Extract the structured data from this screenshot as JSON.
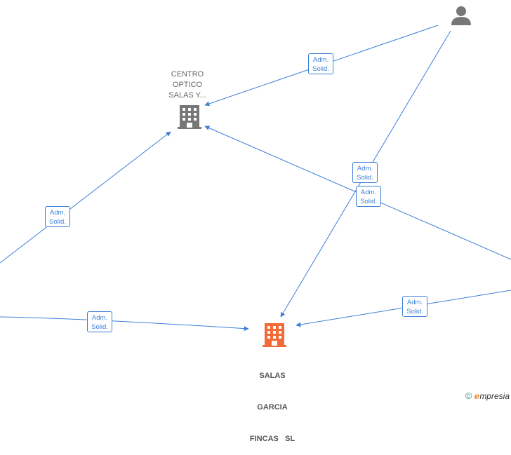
{
  "nodes": {
    "centro_optico": {
      "label_lines": [
        "CENTRO",
        "OPTICO",
        "SALAS Y..."
      ]
    },
    "salas_garcia": {
      "label_lines": [
        "SALAS",
        "GARCIA",
        "FINCAS   SL"
      ]
    }
  },
  "edge_labels": [
    {
      "line1": "Adm.",
      "line2": "Solid."
    },
    {
      "line1": "Adm.",
      "line2": "Solid."
    },
    {
      "line1": "Adm.",
      "line2": "Solid."
    },
    {
      "line1": "Adm.",
      "line2": "Solid."
    },
    {
      "line1": "Adm.",
      "line2": "Solid."
    },
    {
      "line1": "Adm.",
      "line2": "Solid."
    }
  ],
  "colors": {
    "edge": "#3c7fd8",
    "company_gray": "#777777",
    "company_highlight": "#f26a35",
    "person_gray": "#777777"
  },
  "watermark": {
    "copyright": "©",
    "brand_first": "e",
    "brand_rest": "mpresia"
  }
}
